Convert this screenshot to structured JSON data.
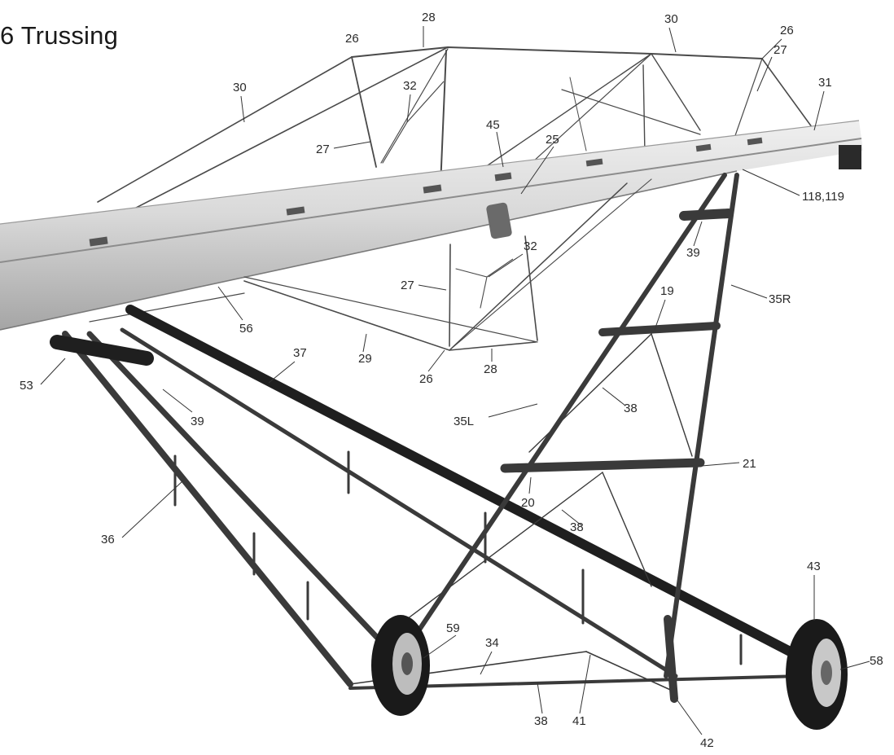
{
  "title": "6 Trussing",
  "colors": {
    "frame": "#3a3a3a",
    "frame_dark": "#1f1f1f",
    "tube_light": "#e4e4e4",
    "tube_mid": "#c9c9c9",
    "tube_shadow": "#9a9a9a",
    "rod": "#4a4a4a",
    "rod_light": "#8a8a8a",
    "leader": "#333333",
    "tire": "#1a1a1a",
    "rim": "#bdbdbd"
  },
  "callouts": [
    {
      "id": "c26a",
      "text": "26"
    },
    {
      "id": "c28a",
      "text": "28"
    },
    {
      "id": "c30a",
      "text": "30"
    },
    {
      "id": "c26b",
      "text": "26"
    },
    {
      "id": "c27a",
      "text": "27"
    },
    {
      "id": "c31",
      "text": "31"
    },
    {
      "id": "c30b",
      "text": "30"
    },
    {
      "id": "c32a",
      "text": "32"
    },
    {
      "id": "c27b",
      "text": "27"
    },
    {
      "id": "c45",
      "text": "45"
    },
    {
      "id": "c25",
      "text": "25"
    },
    {
      "id": "c118",
      "text": "118,119"
    },
    {
      "id": "c39a",
      "text": "39"
    },
    {
      "id": "c32b",
      "text": "32"
    },
    {
      "id": "c27c",
      "text": "27"
    },
    {
      "id": "c19",
      "text": "19"
    },
    {
      "id": "c35r",
      "text": "35R"
    },
    {
      "id": "c56",
      "text": "56"
    },
    {
      "id": "c29",
      "text": "29"
    },
    {
      "id": "c37",
      "text": "37"
    },
    {
      "id": "c26c",
      "text": "26"
    },
    {
      "id": "c28b",
      "text": "28"
    },
    {
      "id": "c53",
      "text": "53"
    },
    {
      "id": "c39b",
      "text": "39"
    },
    {
      "id": "c38a",
      "text": "38"
    },
    {
      "id": "c35l",
      "text": "35L"
    },
    {
      "id": "c21",
      "text": "21"
    },
    {
      "id": "c20",
      "text": "20"
    },
    {
      "id": "c38b",
      "text": "38"
    },
    {
      "id": "c36",
      "text": "36"
    },
    {
      "id": "c43",
      "text": "43"
    },
    {
      "id": "c59",
      "text": "59"
    },
    {
      "id": "c34",
      "text": "34"
    },
    {
      "id": "c58",
      "text": "58"
    },
    {
      "id": "c38c",
      "text": "38"
    },
    {
      "id": "c41",
      "text": "41"
    },
    {
      "id": "c42",
      "text": "42"
    }
  ]
}
